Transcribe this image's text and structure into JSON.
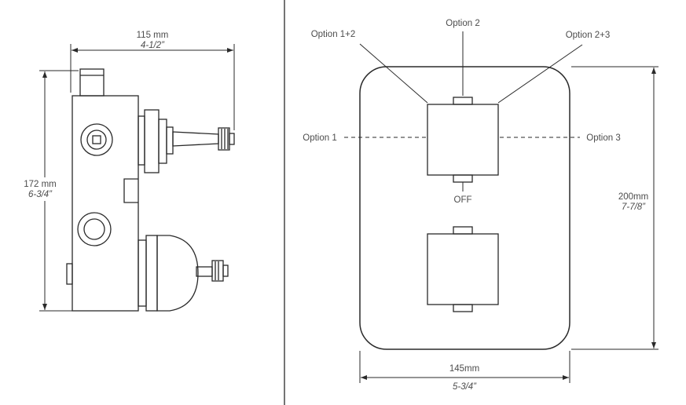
{
  "left_view": {
    "title": "valve-body-side-view",
    "dim_width": {
      "metric": "115 mm",
      "imperial": "4-1/2”"
    },
    "dim_height": {
      "metric": "172 mm",
      "imperial": "6-3/4”"
    }
  },
  "right_view": {
    "title": "trim-plate-front-view",
    "labels": {
      "option_1_2": "Option 1+2",
      "option_2": "Option 2",
      "option_2_3": "Option 2+3",
      "option_1": "Option 1",
      "option_3": "Option 3",
      "off": "OFF"
    },
    "dim_height": {
      "metric": "200mm",
      "imperial": "7-7/8”"
    },
    "dim_width": {
      "metric": "145mm",
      "imperial": "5-3/4”"
    }
  },
  "colors": {
    "line": "#2a2a2a",
    "text": "#4c4c4c",
    "background": "#ffffff"
  }
}
